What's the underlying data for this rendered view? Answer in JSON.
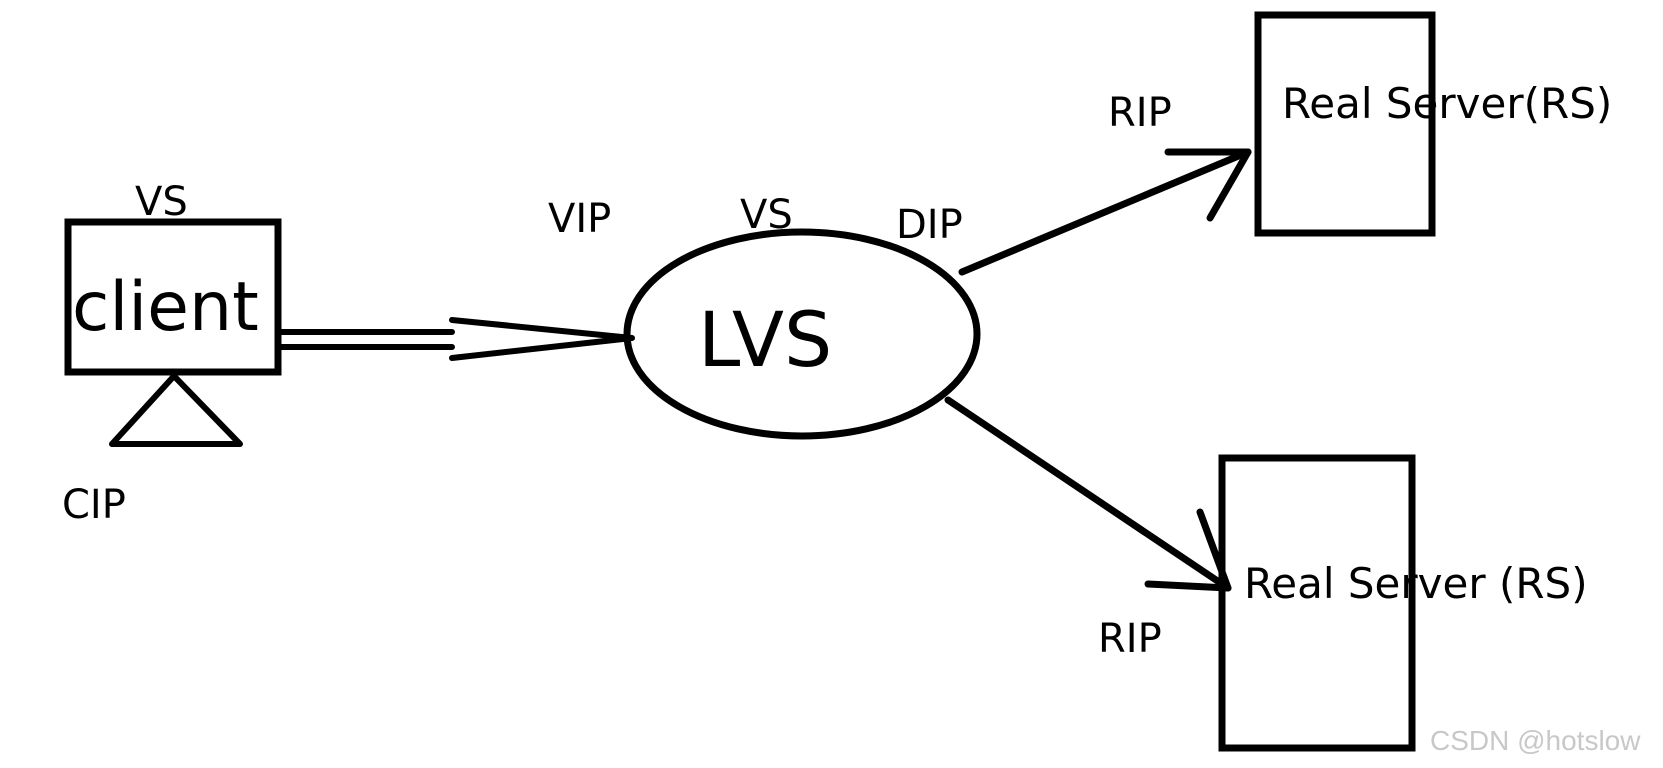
{
  "client": {
    "box_label": "client",
    "top_label": "VS",
    "bottom_label": "CIP"
  },
  "lvs": {
    "label": "LVS",
    "left_label": "VIP",
    "top_label": "VS",
    "right_label": "DIP"
  },
  "real_server_top": {
    "label": "Real Server(RS)",
    "ip_label": "RIP"
  },
  "real_server_bottom": {
    "label": "Real Server (RS)",
    "ip_label": "RIP"
  },
  "watermark": {
    "text": "CSDN @hotslow"
  }
}
